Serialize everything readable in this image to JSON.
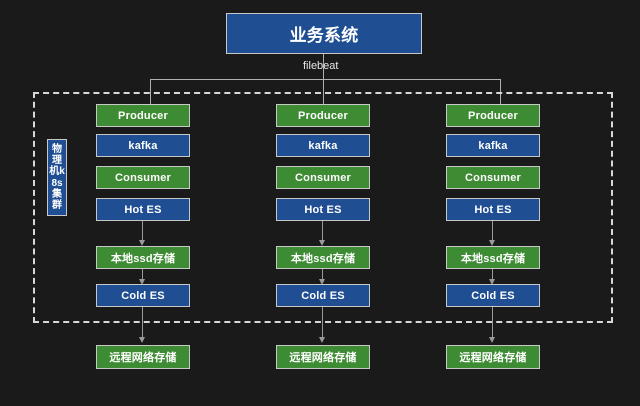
{
  "diagram": {
    "title_node": {
      "label": "业务系统",
      "color": "#1f4e93"
    },
    "edge_label": {
      "text": "filebeat"
    },
    "cluster": {
      "vertical_label": "物理机k8s集群",
      "border_style": "dashed"
    },
    "colors": {
      "background": "#1a1a1a",
      "blue": "#1f4e93",
      "green": "#3d8b32",
      "border": "#c8c8c8",
      "connector": "#9a9a9a",
      "text": "#ffffff"
    },
    "columns": [
      {
        "id": "column-1",
        "nodes": [
          {
            "label": "Producer",
            "color": "green"
          },
          {
            "label": "kafka",
            "color": "blue"
          },
          {
            "label": "Consumer",
            "color": "green"
          },
          {
            "label": "Hot ES",
            "color": "blue"
          },
          {
            "label": "本地ssd存储",
            "color": "green"
          },
          {
            "label": "Cold ES",
            "color": "blue"
          }
        ],
        "remote": {
          "label": "远程网络存储",
          "color": "green"
        }
      },
      {
        "id": "column-2",
        "nodes": [
          {
            "label": "Producer",
            "color": "green"
          },
          {
            "label": "kafka",
            "color": "blue"
          },
          {
            "label": "Consumer",
            "color": "green"
          },
          {
            "label": "Hot ES",
            "color": "blue"
          },
          {
            "label": "本地ssd存储",
            "color": "green"
          },
          {
            "label": "Cold ES",
            "color": "blue"
          }
        ],
        "remote": {
          "label": "远程网络存储",
          "color": "green"
        }
      },
      {
        "id": "column-3",
        "nodes": [
          {
            "label": "Producer",
            "color": "green"
          },
          {
            "label": "kafka",
            "color": "blue"
          },
          {
            "label": "Consumer",
            "color": "green"
          },
          {
            "label": "Hot ES",
            "color": "blue"
          },
          {
            "label": "本地ssd存储",
            "color": "green"
          },
          {
            "label": "Cold ES",
            "color": "blue"
          }
        ],
        "remote": {
          "label": "远程网络存储",
          "color": "green"
        }
      }
    ]
  }
}
